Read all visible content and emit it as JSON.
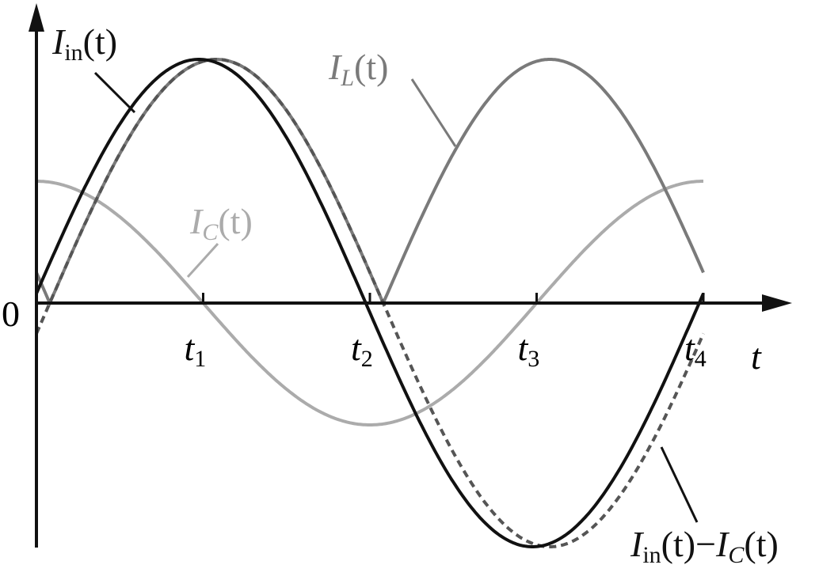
{
  "chart_data": {
    "type": "line",
    "title": "",
    "xlabel": "t",
    "ylabel": "",
    "origin_label": "0",
    "xlim": [
      0,
      4.45
    ],
    "ylim": [
      -1.0,
      1.0
    ],
    "xticks": [
      {
        "value": 1,
        "main": "t",
        "sub": "1"
      },
      {
        "value": 2,
        "main": "t",
        "sub": "2"
      },
      {
        "value": 3,
        "main": "t",
        "sub": "3"
      },
      {
        "value": 4,
        "main": "t",
        "sub": "4"
      }
    ],
    "grid": false,
    "series": [
      {
        "name": "I_in(t)",
        "form": "sin",
        "amplitude": 1.0,
        "period": 4,
        "shift": 0.025,
        "color": "#111111",
        "style": "solid"
      },
      {
        "name": "I_in(t)-I_C(t)",
        "form": "sin",
        "amplitude": 1.0,
        "period": 4,
        "shift": -0.08,
        "color": "#555555",
        "style": "dashed"
      },
      {
        "name": "I_L(t)",
        "form": "abs-sin",
        "amplitude": 1.0,
        "period": 4,
        "shift": -0.08,
        "color": "#7a7a7a",
        "style": "solid"
      },
      {
        "name": "I_C(t)",
        "form": "cos",
        "amplitude": 0.5,
        "period": 4,
        "shift": 0,
        "color": "#ababab",
        "style": "solid"
      }
    ],
    "annotations": {
      "iin": {
        "main": "I",
        "sub": "in",
        "tail": "(t)"
      },
      "il": {
        "main": "I",
        "sub": "L",
        "tail": "(t)"
      },
      "ic": {
        "main": "I",
        "sub": "C",
        "tail": "(t)"
      },
      "diff": {
        "main1": "I",
        "sub1": "in",
        "mid": "(t)−",
        "main2": "I",
        "sub2": "C",
        "tail": "(t)"
      }
    }
  }
}
